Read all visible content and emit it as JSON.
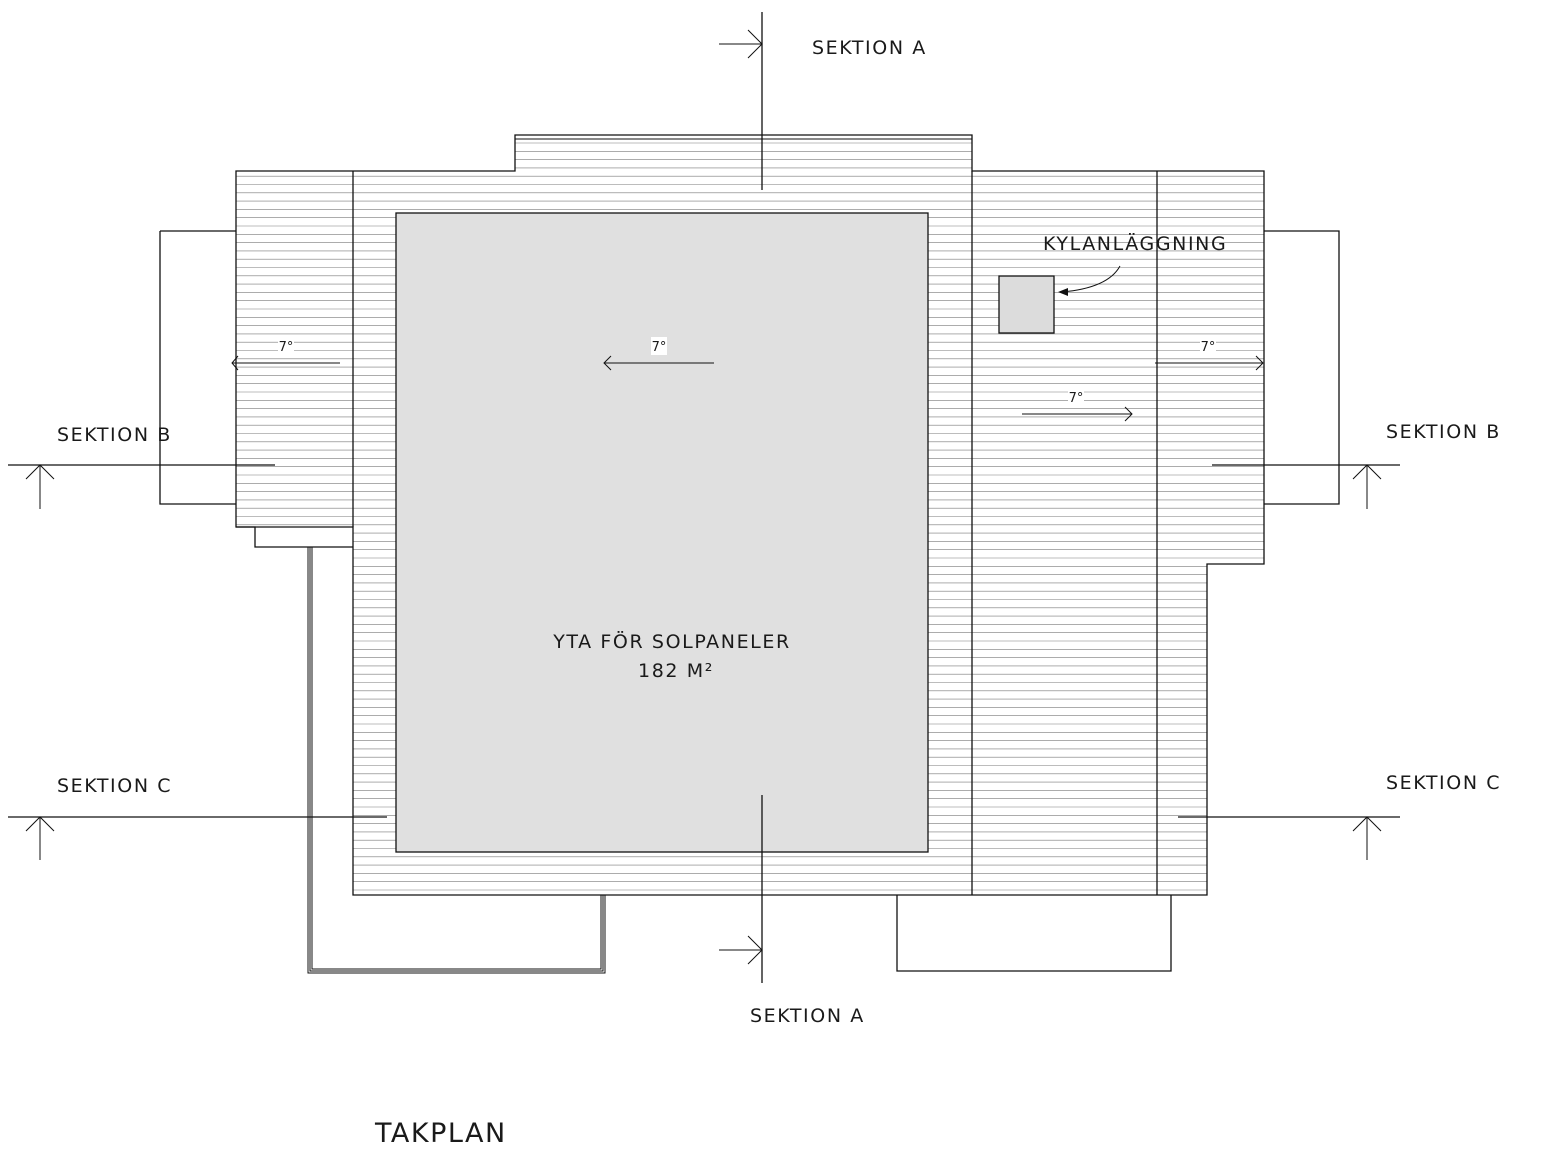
{
  "drawing": {
    "title": "TAKPLAN",
    "solar_area": {
      "label": "YTA FÖR SOLPANELER",
      "area": "182 M²"
    },
    "equipment_label": "KYLANLÄGGNING",
    "sections": {
      "a_top": "SEKTION A",
      "a_bottom": "SEKTION A",
      "b_left": "SEKTION B",
      "b_right": "SEKTION B",
      "c_left": "SEKTION C",
      "c_right": "SEKTION C"
    },
    "slopes": {
      "left_wing": "7°",
      "center": "7°",
      "right_inner": "7°",
      "right_wing": "7°"
    }
  },
  "colors": {
    "line": "#111111",
    "hatch": "#7a7a7a",
    "solar_fill": "#e0e0e0"
  }
}
